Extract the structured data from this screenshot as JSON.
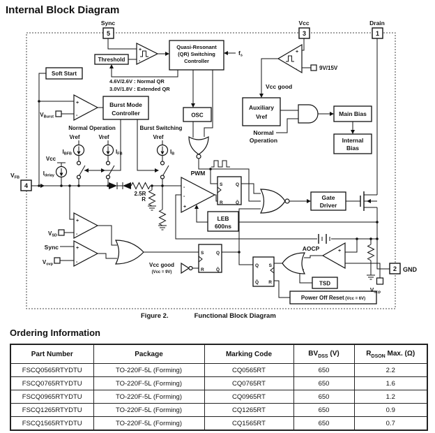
{
  "title": "Internal Block Diagram",
  "diagram": {
    "pins": {
      "sync": {
        "label": "Sync",
        "num": "5"
      },
      "vcc": {
        "label": "Vcc",
        "num": "3"
      },
      "drain": {
        "label": "Drain",
        "num": "1"
      },
      "vfb": {
        "base": "V",
        "sub": "FB",
        "num": "4"
      },
      "gnd": {
        "label": "GND",
        "num": "2"
      }
    },
    "blocks": {
      "threshold": "Threshold",
      "qr1": "Quasi-Resonant",
      "qr2": "(QR) Switching",
      "qr3": "Controller",
      "soft_start": "Soft Start",
      "burst1": "Burst Mode",
      "burst2": "Controller",
      "osc": "OSC",
      "aux1": "Auxiliary",
      "aux2": "Vref",
      "main_bias": "Main Bias",
      "int1": "Internal",
      "int2": "Bias",
      "gate1": "Gate",
      "gate2": "Driver",
      "leb1": "LEB",
      "leb2": "600ns",
      "tsd": "TSD",
      "por": "Power Off Reset",
      "por_note": "(Vcc = 6V)"
    },
    "labels": {
      "fs_base": "f",
      "fs_sub": "s",
      "nine15": "9V/15V",
      "vcc_good": "Vcc good",
      "vcc_good2": "Vcc good",
      "vcc_good2_note": "(Vcc = 9V)",
      "normal_op": "Normal Operation",
      "normal2a": "Normal",
      "normal2b": "Operation",
      "burst_sw": "Burst Switching",
      "qr_note1": "4.6V/2.6V : Normal QR",
      "qr_note2": "3.0V/1.8V : Extended QR",
      "vburst_base": "V",
      "vburst_sub": "Burst",
      "vref": "Vref",
      "vcc_small": "Vcc",
      "i_base": "I",
      "idelay_sub": "delay",
      "ibfb_sub": "BFB",
      "ifb_sub": "FB",
      "ib_sub": "B",
      "pwm": "PWM",
      "r25": "2.5R",
      "r": "R",
      "vsd_base": "V",
      "vsd_sub": "SD",
      "sync2": "Sync",
      "vovp_base": "V",
      "vovp_sub": "ovp",
      "aocp": "AOCP",
      "vocp_base": "V",
      "vocp_sub": "ocp",
      "s": "S",
      "r_l": "R",
      "q": "Q",
      "qb": "Q̄",
      "plus": "+",
      "minus": "-"
    }
  },
  "caption": {
    "fig": "Figure 2.",
    "text": "Functional Block Diagram"
  },
  "ordering": {
    "title": "Ordering Information",
    "columns": {
      "part": "Part Number",
      "package": "Package",
      "marking": "Marking Code",
      "bv_base": "BV",
      "bv_sub": "DSS",
      "bv_rest": " (V)",
      "rdson_base": "R",
      "rdson_sub": "DSON",
      "rdson_rest": " Max. (Ω)"
    },
    "rows": [
      {
        "part": "FSCQ0565RTYDTU",
        "package": "TO-220F-5L (Forming)",
        "marking": "CQ0565RT",
        "bvdss": "650",
        "rdson": "2.2"
      },
      {
        "part": "FSCQ0765RTYDTU",
        "package": "TO-220F-5L (Forming)",
        "marking": "CQ0765RT",
        "bvdss": "650",
        "rdson": "1.6"
      },
      {
        "part": "FSCQ0965RTYDTU",
        "package": "TO-220F-5L (Forming)",
        "marking": "CQ0965RT",
        "bvdss": "650",
        "rdson": "1.2"
      },
      {
        "part": "FSCQ1265RTYDTU",
        "package": "TO-220F-5L (Forming)",
        "marking": "CQ1265RT",
        "bvdss": "650",
        "rdson": "0.9"
      },
      {
        "part": "FSCQ1565RTYDTU",
        "package": "TO-220F-5L (Forming)",
        "marking": "CQ1565RT",
        "bvdss": "650",
        "rdson": "0.7"
      }
    ]
  }
}
